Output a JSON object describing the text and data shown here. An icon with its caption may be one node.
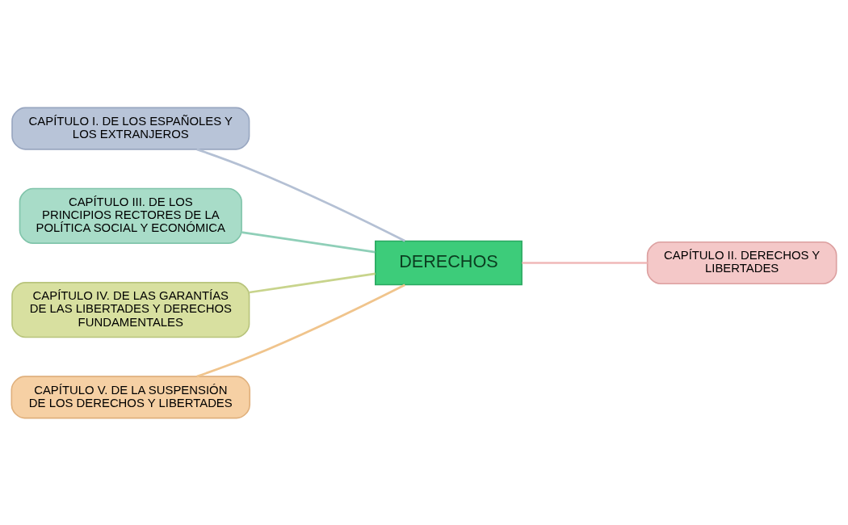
{
  "diagram": {
    "nodes": [
      {
        "text": [
          "DERECHOS"
        ]
      },
      {
        "text": [
          "CAPÍTULO I. DE LOS ESPAÑOLES Y LOS EXTRANJEROS"
        ]
      },
      {
        "text": [
          "CAPÍTULO III. DE LOS PRINCIPIOS RECTORES DE LA POLÍTICA SOCIAL Y ECONÓMICA"
        ]
      },
      {
        "text": [
          "CAPÍTULO IV. DE LAS GARANTÍAS DE LAS LIBERTADES Y DERECHOS FUNDAMENTALES"
        ]
      },
      {
        "text": [
          "CAPÍTULO V. DE LA SUSPENSIÓN DE LOS DERECHOS Y LIBERTADES"
        ]
      },
      {
        "text": [
          "CAPÍTULO II. DERECHOS Y LIBERTADES"
        ]
      }
    ],
    "edges": [
      {
        "from": 0,
        "to": 1,
        "arrow": "none",
        "color": "#b4c0d4"
      },
      {
        "from": 0,
        "to": 2,
        "arrow": "none",
        "color": "#8fcfb8"
      },
      {
        "from": 0,
        "to": 3,
        "arrow": "none",
        "color": "#c8d48c"
      },
      {
        "from": 0,
        "to": 4,
        "arrow": "none",
        "color": "#f0c48c"
      },
      {
        "from": 0,
        "to": 5,
        "arrow": "none",
        "color": "#f0b8b8"
      }
    ]
  }
}
